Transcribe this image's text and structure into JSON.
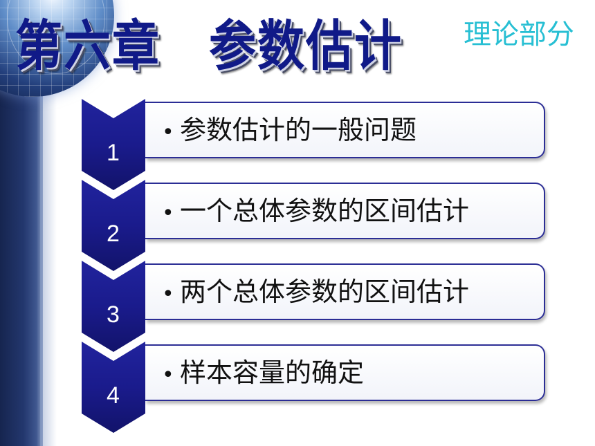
{
  "header": {
    "title": "第六章　参数估计",
    "section": "理论部分"
  },
  "colors": {
    "title": "#101a88",
    "section": "#27bfd3",
    "chevron": "#1a1b8c",
    "card_border": "#2b2d95"
  },
  "icons": {
    "background": "globe-icon",
    "bullet": "bullet-dot-icon"
  },
  "items": [
    {
      "number": "1",
      "bullet": "•",
      "text": "参数估计的一般问题"
    },
    {
      "number": "2",
      "bullet": "•",
      "text": "一个总体参数的区间估计"
    },
    {
      "number": "3",
      "bullet": "•",
      "text": "两个总体参数的区间估计"
    },
    {
      "number": "4",
      "bullet": "•",
      "text": "样本容量的确定"
    }
  ]
}
